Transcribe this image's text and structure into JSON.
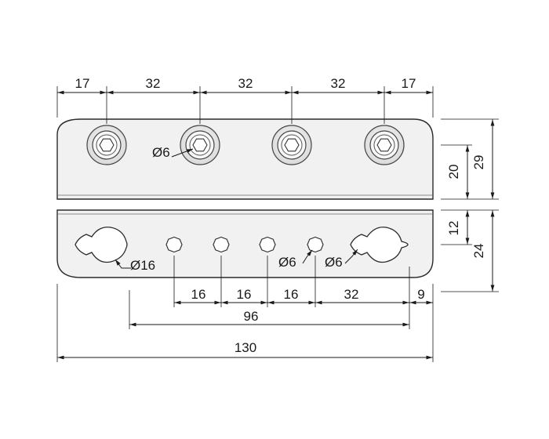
{
  "top_dimensions": [
    "17",
    "32",
    "32",
    "32",
    "17"
  ],
  "right_dimensions": {
    "upper_inner": "20",
    "upper_outer": "29",
    "lower_inner": "12",
    "lower_outer": "24"
  },
  "bottom_dimensions": {
    "spacings": [
      "16",
      "16",
      "16",
      "32",
      "9"
    ],
    "span": "96",
    "overall": "130"
  },
  "callouts": {
    "screw_hole": "Ø6",
    "keyhole": "Ø16",
    "small_hole_a": "Ø6",
    "small_hole_b": "Ø6"
  },
  "colors": {
    "line": "#1a1a1a",
    "plate_fill": "#f1f1f1",
    "hole_fill": "#ffffff"
  }
}
